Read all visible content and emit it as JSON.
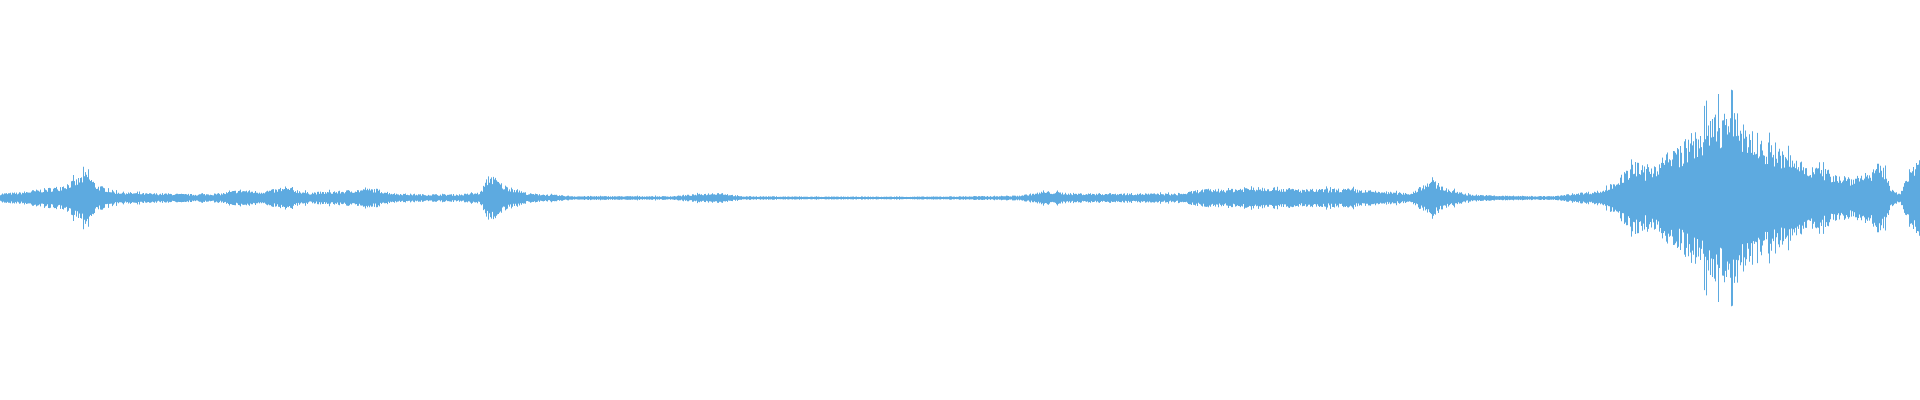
{
  "waveform": {
    "color": "#5DAAE0",
    "background": "#FFFFFF",
    "amplitude_envelope": [
      [
        0.0,
        0.05
      ],
      [
        0.01,
        0.06
      ],
      [
        0.02,
        0.09
      ],
      [
        0.03,
        0.12
      ],
      [
        0.04,
        0.2
      ],
      [
        0.045,
        0.28
      ],
      [
        0.05,
        0.14
      ],
      [
        0.06,
        0.07
      ],
      [
        0.075,
        0.05
      ],
      [
        0.085,
        0.05
      ],
      [
        0.1,
        0.04
      ],
      [
        0.115,
        0.05
      ],
      [
        0.125,
        0.09
      ],
      [
        0.135,
        0.07
      ],
      [
        0.15,
        0.11
      ],
      [
        0.16,
        0.06
      ],
      [
        0.175,
        0.07
      ],
      [
        0.185,
        0.09
      ],
      [
        0.195,
        0.1
      ],
      [
        0.205,
        0.05
      ],
      [
        0.22,
        0.04
      ],
      [
        0.24,
        0.04
      ],
      [
        0.25,
        0.06
      ],
      [
        0.255,
        0.26
      ],
      [
        0.262,
        0.14
      ],
      [
        0.275,
        0.05
      ],
      [
        0.3,
        0.02
      ],
      [
        0.35,
        0.02
      ],
      [
        0.375,
        0.06
      ],
      [
        0.385,
        0.02
      ],
      [
        0.42,
        0.015
      ],
      [
        0.48,
        0.015
      ],
      [
        0.51,
        0.02
      ],
      [
        0.53,
        0.025
      ],
      [
        0.545,
        0.07
      ],
      [
        0.56,
        0.05
      ],
      [
        0.59,
        0.05
      ],
      [
        0.615,
        0.045
      ],
      [
        0.625,
        0.09
      ],
      [
        0.64,
        0.1
      ],
      [
        0.66,
        0.12
      ],
      [
        0.68,
        0.09
      ],
      [
        0.7,
        0.1
      ],
      [
        0.72,
        0.07
      ],
      [
        0.735,
        0.05
      ],
      [
        0.745,
        0.2
      ],
      [
        0.755,
        0.09
      ],
      [
        0.765,
        0.04
      ],
      [
        0.78,
        0.025
      ],
      [
        0.81,
        0.02
      ],
      [
        0.82,
        0.05
      ],
      [
        0.835,
        0.08
      ],
      [
        0.845,
        0.24
      ],
      [
        0.852,
        0.38
      ],
      [
        0.858,
        0.3
      ],
      [
        0.865,
        0.42
      ],
      [
        0.875,
        0.55
      ],
      [
        0.885,
        0.72
      ],
      [
        0.893,
        0.85
      ],
      [
        0.9,
        0.95
      ],
      [
        0.91,
        0.75
      ],
      [
        0.92,
        0.58
      ],
      [
        0.935,
        0.42
      ],
      [
        0.95,
        0.3
      ],
      [
        0.965,
        0.22
      ],
      [
        0.975,
        0.28
      ],
      [
        0.98,
        0.38
      ],
      [
        0.985,
        0.12
      ],
      [
        0.99,
        0.04
      ],
      [
        0.995,
        0.3
      ],
      [
        1.0,
        0.4
      ]
    ]
  }
}
